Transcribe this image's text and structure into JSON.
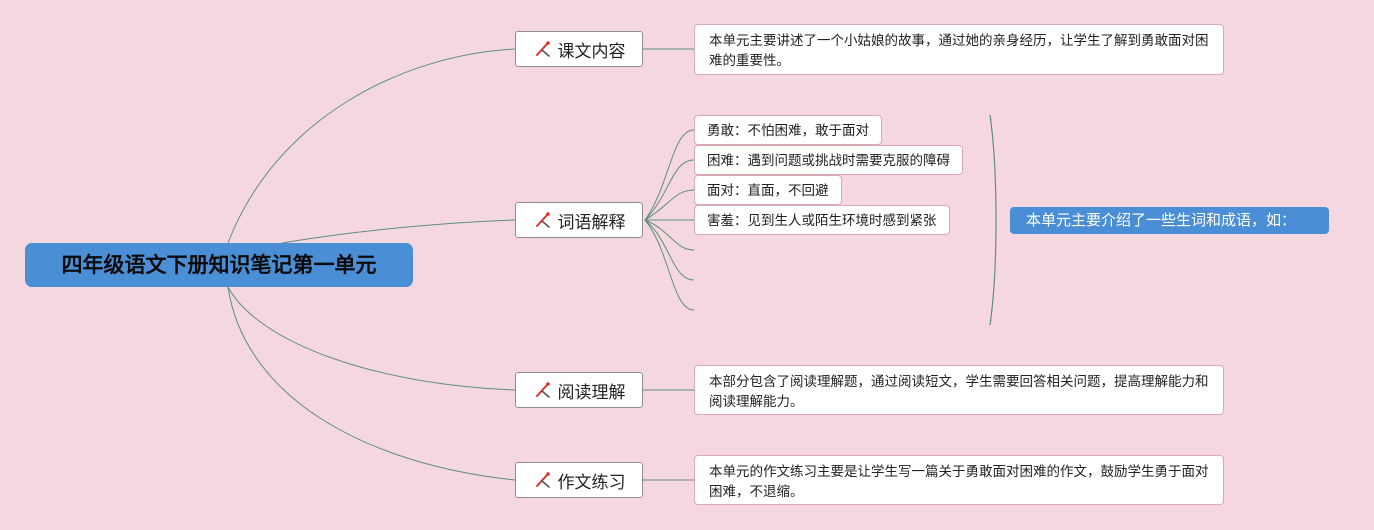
{
  "root": {
    "title": "四年级语文下册知识笔记第一单元"
  },
  "branches": [
    {
      "label": "课文内容",
      "details": [
        "本单元主要讲述了一个小姑娘的故事，通过她的亲身经历，让学生了解到勇敢面对困难的重要性。"
      ]
    },
    {
      "label": "词语解释",
      "details": [
        "勇敢：不怕困难，敢于面对",
        "困难：遇到问题或挑战时需要克服的障碍",
        "面对：直面，不回避",
        "害羞：见到生人或陌生环境时感到紧张"
      ],
      "summary": "本单元主要介绍了一些生词和成语，如："
    },
    {
      "label": "阅读理解",
      "details": [
        "本部分包含了阅读理解题，通过阅读短文，学生需要回答相关问题，提高理解能力和阅读理解能力。"
      ]
    },
    {
      "label": "作文练习",
      "details": [
        "本单元的作文练习主要是让学生写一篇关于勇敢面对困难的作文，鼓励学生勇于面对困难，不退缩。"
      ]
    }
  ],
  "colors": {
    "background": "#f5d8df",
    "root_fill": "#4a8fd6",
    "summary_fill": "#4a8fd6",
    "connector": "#5f8f7a",
    "icon_accent": "#d9342b"
  },
  "icon": "pen-tool-icon"
}
